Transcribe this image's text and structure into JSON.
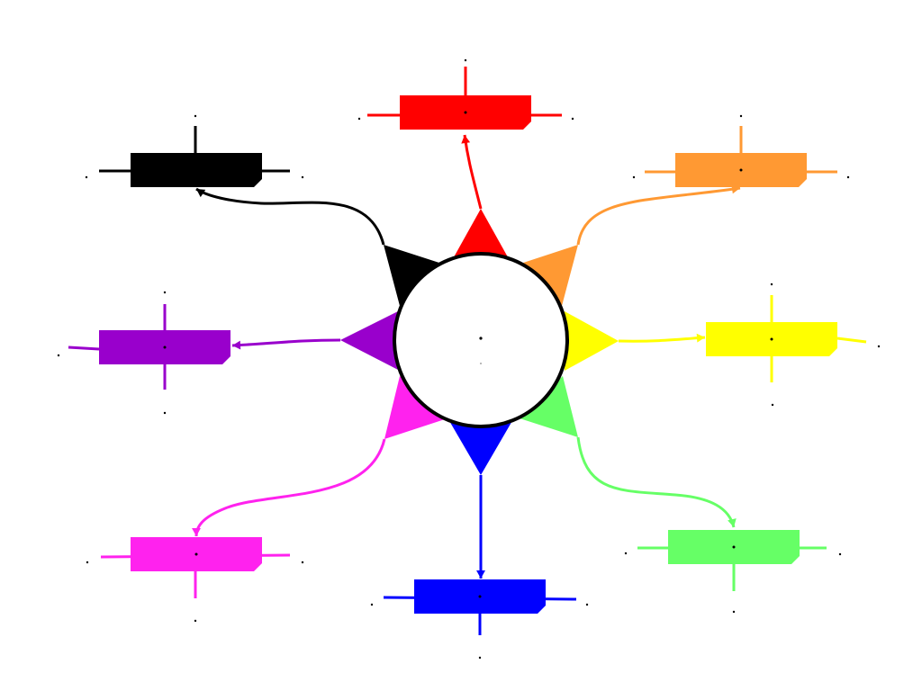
{
  "diagram": {
    "hub": {
      "stroke": "#000000",
      "fill": "#ffffff"
    },
    "branches": [
      {
        "id": "red",
        "color": "#ff0000"
      },
      {
        "id": "orange",
        "color": "#ff9933"
      },
      {
        "id": "yellow",
        "color": "#ffff00"
      },
      {
        "id": "green",
        "color": "#66ff66"
      },
      {
        "id": "blue",
        "color": "#0000ff"
      },
      {
        "id": "magenta",
        "color": "#ff22ee"
      },
      {
        "id": "purple",
        "color": "#9900cc"
      },
      {
        "id": "black",
        "color": "#000000"
      }
    ]
  }
}
